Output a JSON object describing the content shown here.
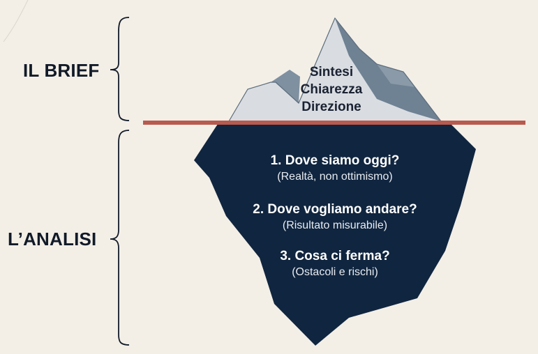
{
  "labels": {
    "top": "IL BRIEF",
    "bottom": "L’ANALISI"
  },
  "tip": {
    "lines": [
      "Sintesi",
      "Chiarezza",
      "Direzione"
    ]
  },
  "questions": [
    {
      "title": "1. Dove siamo oggi?",
      "subtitle": "(Realtà, non ottimismo)"
    },
    {
      "title": "2. Dove vogliamo andare?",
      "subtitle": "(Risultato misurabile)"
    },
    {
      "title": "3. Cosa ci ferma?",
      "subtitle": "(Ostacoli e rischi)"
    }
  ],
  "colors": {
    "background": "#f3efe7",
    "waterline": "#b85a4e",
    "iceberg_underwater": "#10253f",
    "tip_light": "#d9dde2",
    "tip_shadow": "#6f8294",
    "text_dark": "#111a28"
  }
}
